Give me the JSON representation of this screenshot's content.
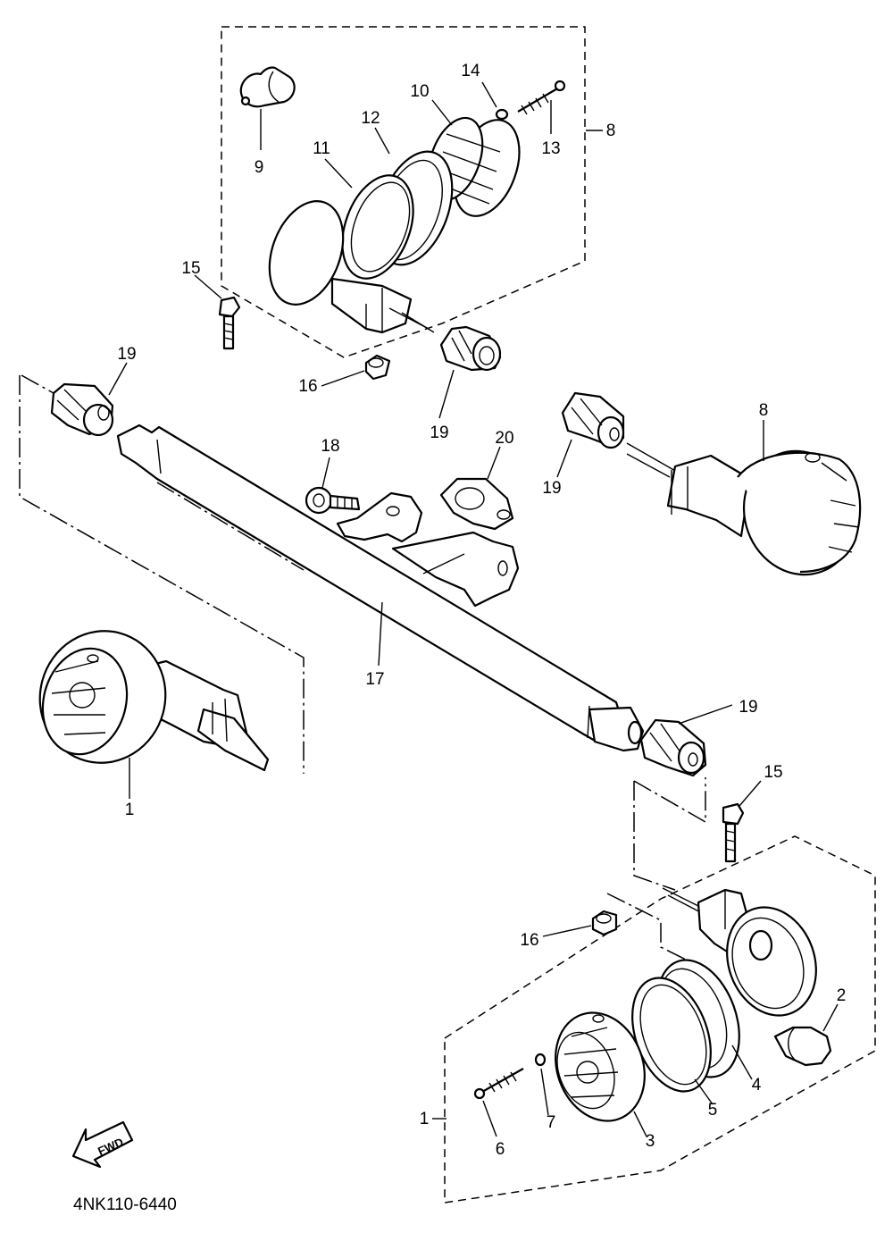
{
  "part_numbers": [
    "1",
    "2",
    "3",
    "4",
    "5",
    "6",
    "7",
    "8",
    "9",
    "10",
    "11",
    "12",
    "13",
    "14",
    "15",
    "16",
    "17",
    "18",
    "19",
    "20"
  ],
  "direction_label": "FWD",
  "drawing_code": "4NK110-6440",
  "icons": [
    "fwd-arrow-icon"
  ],
  "colors": {
    "ink": "#000000",
    "paper": "#ffffff"
  }
}
